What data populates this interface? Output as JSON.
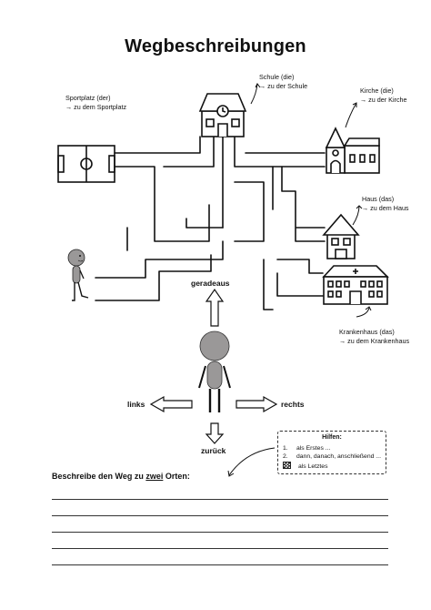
{
  "title": "Wegbeschreibungen",
  "places": {
    "sportplatz": {
      "name": "Sportplatz (der)",
      "phrase": "→ zu dem Sportplatz"
    },
    "schule": {
      "name": "Schule (die)",
      "phrase": "→ zu der Schule"
    },
    "kirche": {
      "name": "Kirche (die)",
      "phrase": "→ zu der Kirche"
    },
    "haus": {
      "name": "Haus (das)",
      "phrase": "→ zu dem Haus"
    },
    "krankenhaus": {
      "name": "Krankenhaus (das)",
      "phrase": "→ zu dem Krankenhaus"
    }
  },
  "directions": {
    "straight": "geradeaus",
    "left": "links",
    "right": "rechts",
    "back": "zurück"
  },
  "hints": {
    "title": "Hilfen:",
    "items": [
      {
        "num": "1.",
        "text": "als Erstes ..."
      },
      {
        "num": "2.",
        "text": "dann, danach, anschließend ..."
      },
      {
        "num": "",
        "text": "als Letztes"
      }
    ]
  },
  "task": {
    "prefix": "Beschreibe den Weg zu ",
    "emphasis": "zwei",
    "suffix": " Orten:"
  },
  "colors": {
    "figure": "#9a9898",
    "ink": "#111111"
  }
}
